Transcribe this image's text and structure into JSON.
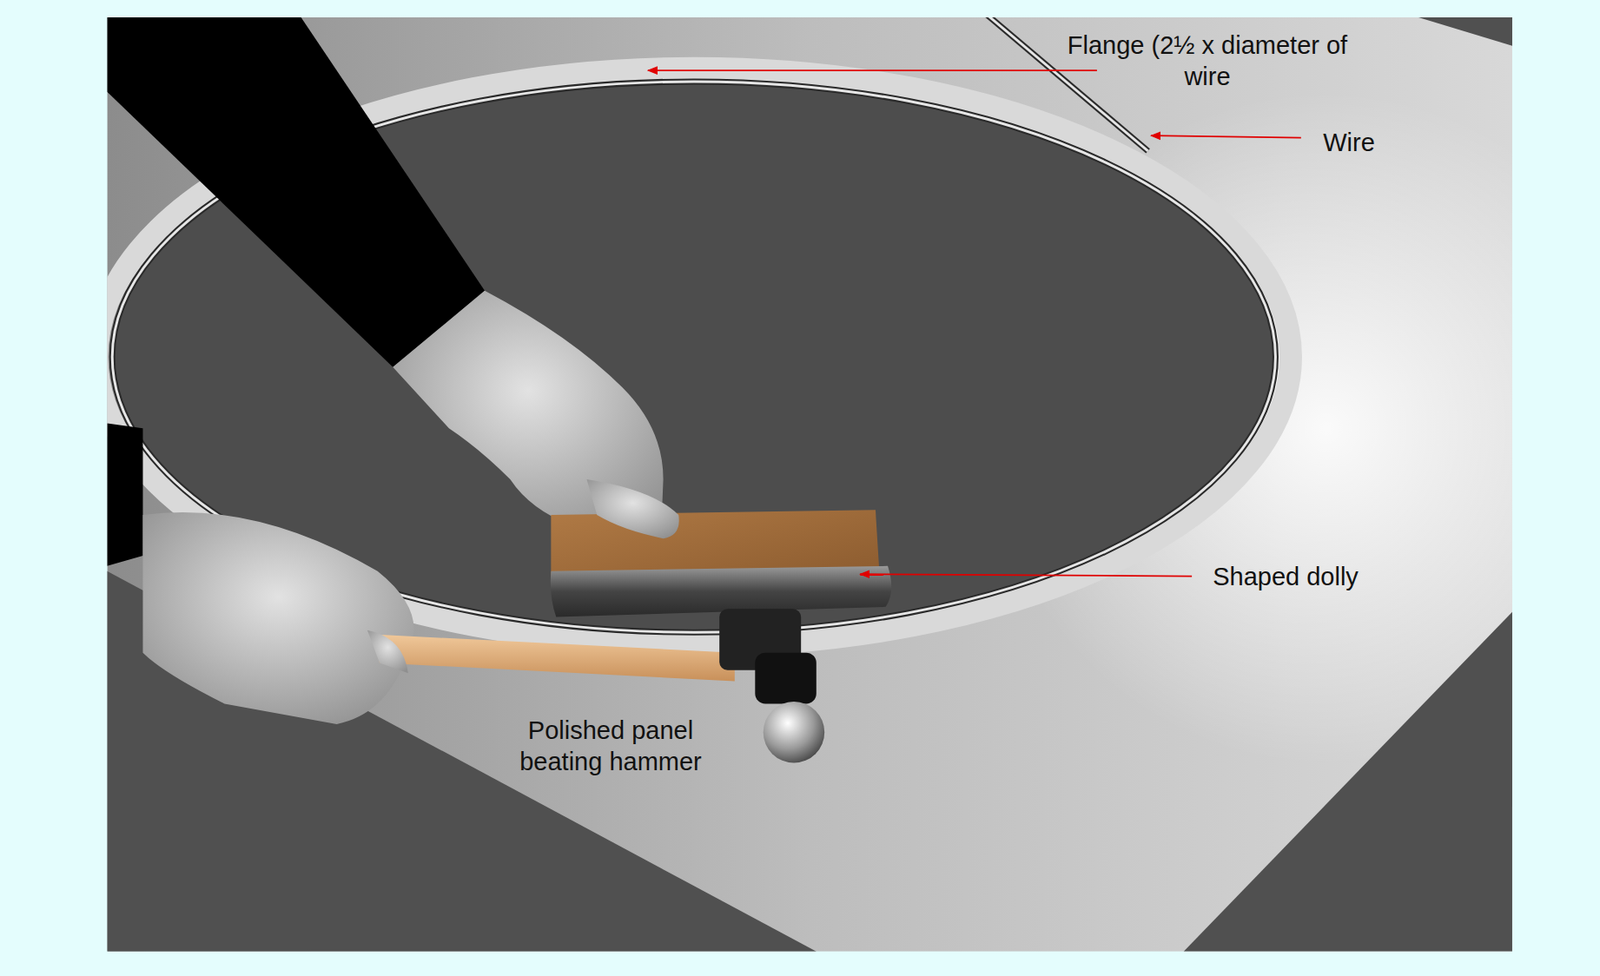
{
  "diagram": {
    "labels": [
      "Flange (2½ x diameter of wire",
      "Wire",
      "Shaped dolly",
      "Polished panel beating hammer"
    ]
  }
}
